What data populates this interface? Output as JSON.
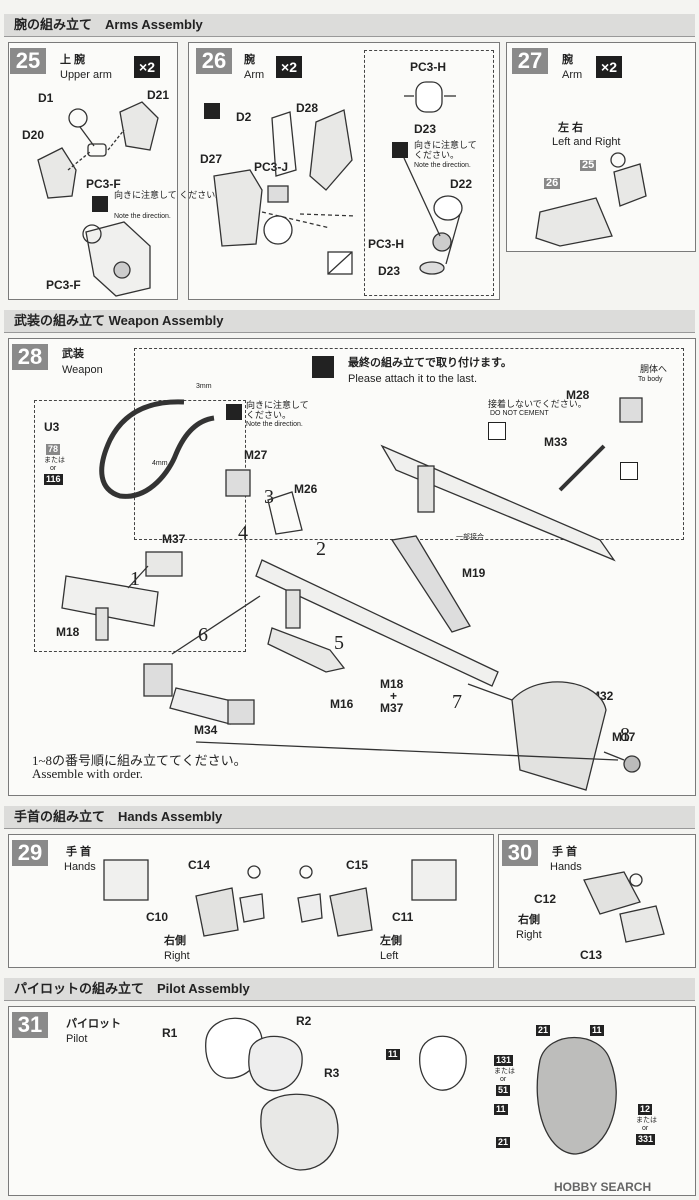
{
  "sections": {
    "arms": "腕の組み立て　Arms Assembly",
    "weapon": "武装の組み立て Weapon Assembly",
    "hands": "手首の組み立て　Hands Assembly",
    "pilot": "パイロットの組み立て　Pilot Assembly"
  },
  "step25": {
    "num": "25",
    "jp": "上 腕",
    "en": "Upper arm",
    "qty": "×2",
    "parts": [
      "D1",
      "D21",
      "D20",
      "PC3-F",
      "PC3-F"
    ],
    "note_jp": "向きに注意して ください。",
    "note_en": "Note the direction."
  },
  "step26": {
    "num": "26",
    "jp": "腕",
    "en": "Arm",
    "qty": "×2",
    "parts": [
      "D2",
      "D28",
      "D27",
      "PC3-J"
    ]
  },
  "step26b": {
    "parts": [
      "PC3-H",
      "D23",
      "D22",
      "PC3-H",
      "D23"
    ],
    "note_jp": "向きに注意して ください。",
    "note_en": "Note the direction."
  },
  "step27": {
    "num": "27",
    "jp": "腕",
    "en": "Arm",
    "qty": "×2",
    "lr_jp": "左 右",
    "lr_en": "Left and Right",
    "ref1": "25",
    "ref2": "26"
  },
  "step28": {
    "num": "28",
    "jp": "武装",
    "en": "Weapon",
    "last_jp": "最終の組み立てで取り付けます。",
    "last_en": "Please attach it to the last.",
    "note_jp": "向きに注意して ください。",
    "note_en": "Note the direction.",
    "nocement_jp": "接着しないでください。",
    "nocement_en": "DO NOT CEMENT",
    "body_jp": "胴体へ",
    "body_en": "To body",
    "partial_cement": "一部接合",
    "mm3": "3mm",
    "mm4": "4mm",
    "u3": "U3",
    "alt1": "78",
    "or_jp": "または",
    "or_en": "or",
    "alt2": "116",
    "parts": [
      "M27",
      "M26",
      "M37",
      "M18",
      "M19",
      "M16",
      "M18",
      "+",
      "M37",
      "M34",
      "M32",
      "M17",
      "M28",
      "M33"
    ],
    "order_jp": "1~8の番号順に組み立ててください。",
    "order_en": "Assemble with order.",
    "steps": [
      "1",
      "2",
      "3",
      "4",
      "5",
      "6",
      "7",
      "8"
    ]
  },
  "step29": {
    "num": "29",
    "jp": "手 首",
    "en": "Hands",
    "parts": [
      "C14",
      "C10",
      "C15",
      "C11"
    ],
    "right_jp": "右側",
    "right_en": "Right",
    "left_jp": "左側",
    "left_en": "Left"
  },
  "step30": {
    "num": "30",
    "jp": "手 首",
    "en": "Hands",
    "parts": [
      "C12",
      "C13"
    ],
    "right_jp": "右側",
    "right_en": "Right"
  },
  "step31": {
    "num": "31",
    "jp": "パイロット",
    "en": "Pilot",
    "parts": [
      "R1",
      "R2",
      "R3"
    ],
    "tags": [
      "11",
      "21",
      "11",
      "131",
      "51",
      "11",
      "21",
      "12",
      "331"
    ],
    "or_jp": "または",
    "or_en": "or"
  },
  "watermark": "HOBBY SEARCH"
}
